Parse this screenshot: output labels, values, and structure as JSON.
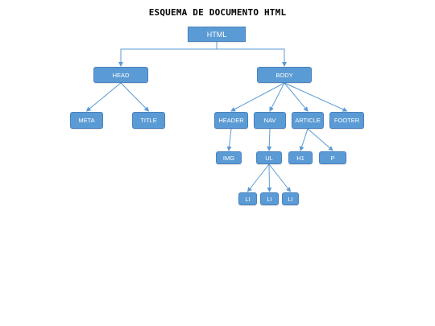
{
  "title": "ESQUEMA DE DOCUMENTO HTML",
  "colors": {
    "node_fill": "#5b9bd5",
    "link": "#5b9bd5"
  },
  "nodes": {
    "html": "HTML",
    "head": "HEAD",
    "body": "BODY",
    "meta": "META",
    "title": "TITLE",
    "header": "HEADER",
    "nav": "NAV",
    "article": "ARTICLE",
    "footer": "FOOTER",
    "img": "IMG",
    "ul": "UL",
    "h1": "H1",
    "p": "P",
    "li1": "LI",
    "li2": "LI",
    "li3": "LI"
  },
  "edges": [
    [
      "html",
      "head"
    ],
    [
      "html",
      "body"
    ],
    [
      "head",
      "meta"
    ],
    [
      "head",
      "title"
    ],
    [
      "body",
      "header"
    ],
    [
      "body",
      "nav"
    ],
    [
      "body",
      "article"
    ],
    [
      "body",
      "footer"
    ],
    [
      "header",
      "img"
    ],
    [
      "nav",
      "ul"
    ],
    [
      "article",
      "h1"
    ],
    [
      "article",
      "p"
    ],
    [
      "ul",
      "li1"
    ],
    [
      "ul",
      "li2"
    ],
    [
      "ul",
      "li3"
    ]
  ]
}
